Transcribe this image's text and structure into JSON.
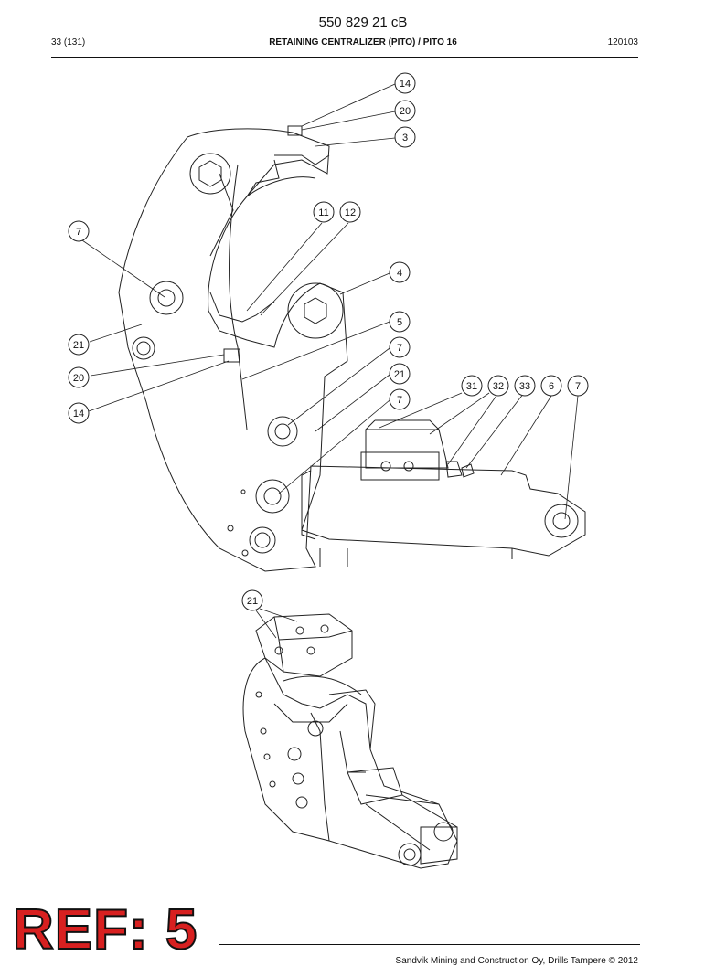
{
  "header": {
    "doc_number": "550 829 21 cB",
    "page": "33 (131)",
    "title": "RETAINING CENTRALIZER (PITO) / PITO 16",
    "date": "120103"
  },
  "footer": {
    "ref_stamp": "REF: 5",
    "copyright": "Sandvik Mining and Construction Oy, Drills Tampere © 2012"
  },
  "callouts": {
    "c14_top": "14",
    "c20_top": "20",
    "c3": "3",
    "c11": "11",
    "c12": "12",
    "c7_left": "7",
    "c4": "4",
    "c5": "5",
    "c21_left": "21",
    "c7_mid1": "7",
    "c20_left": "20",
    "c21_mid": "21",
    "c14_left": "14",
    "c7_mid2": "7",
    "c31": "31",
    "c32": "32",
    "c33": "33",
    "c6": "6",
    "c7_right": "7",
    "c21_iso": "21"
  }
}
